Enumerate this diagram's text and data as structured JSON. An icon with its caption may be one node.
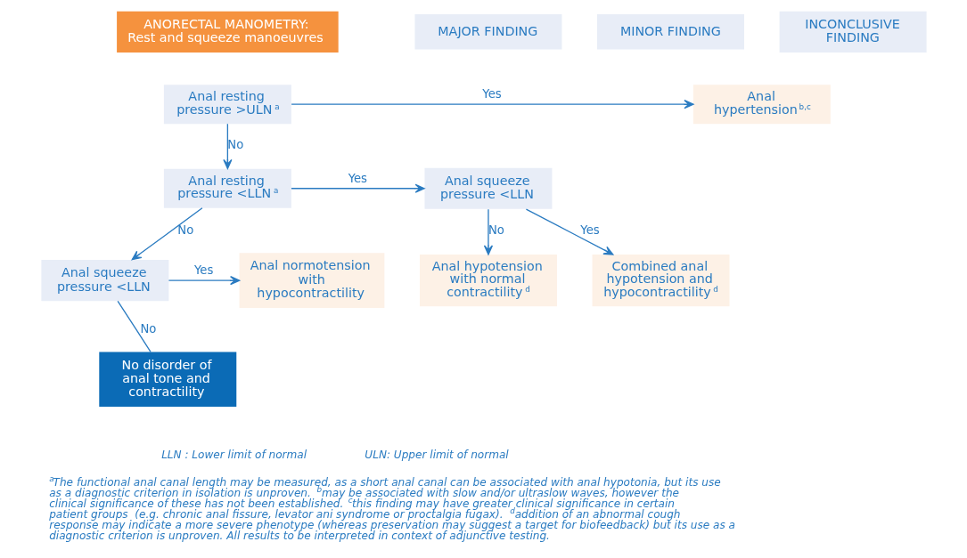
{
  "diagram": {
    "caption": "$^{a}$The functional anal canal length may be measured, as a short anal canal can be associated with anal hypotonia, but its use as a diagnostic criterion in isolation is unproven. $^{b}$may be associated with slow and/or ultraslow waves, however the clinical significance of these has not been established. $^{c}$this finding may have greater clinical significance in certain patient groups  (e.g. chronic anal fissure, levator ani syndrome or proctalgia fugax). $^{d}$addition of an abnormal cough response may indicate a more severe phenotype (whereas preservation may suggest a target for biofeedback) but its use as a diagnostic criterion is unproven. All results to be interpreted in context of adjunctive testing.",
    "nodes": [
      {
        "text": [
          "ANORECTAL MANOMETRY:",
          "Rest and squeeze manoeuvres"
        ]
      },
      {
        "text": [
          "MAJOR FINDING"
        ]
      },
      {
        "text": [
          "MINOR FINDING"
        ]
      },
      {
        "text": [
          "INCONCLUSIVE FINDING"
        ]
      },
      {
        "text": [
          "Anal resting pressure >ULN$^{a}$"
        ]
      },
      {
        "text": [
          "Anal hypertension$^{b,c}$"
        ]
      },
      {
        "text": [
          "Anal resting pressure <LLN$^{a}$"
        ]
      },
      {
        "text": [
          "Anal squeeze pressure <LLN"
        ]
      },
      {
        "text": [
          "Combined anal hypotension and hypocontractility$^{d}$"
        ]
      },
      {
        "text": [
          "Anal hypotension with normal contractility$^{d}$"
        ]
      },
      {
        "text": [
          "Anal squeeze pressure <LLN"
        ]
      },
      {
        "text": [
          "Anal normotension with hypocontractility"
        ]
      },
      {
        "text": [
          "No disorder of anal tone and contractility"
        ]
      }
    ],
    "edges": [
      {
        "from": 4,
        "to": 5,
        "arrow": "to",
        "label": "Yes"
      },
      {
        "from": 4,
        "to": 6,
        "arrow": "to",
        "label": "No"
      },
      {
        "from": 6,
        "to": 7,
        "arrow": "to",
        "label": "Yes"
      },
      {
        "from": 7,
        "to": 8,
        "arrow": "to",
        "label": "Yes"
      },
      {
        "from": 7,
        "to": 9,
        "arrow": "to",
        "label": "No"
      },
      {
        "from": 6,
        "to": 10,
        "arrow": "to",
        "label": "No"
      },
      {
        "from": 10,
        "to": 11,
        "arrow": "to",
        "label": "Yes"
      },
      {
        "from": 10,
        "to": 12,
        "arrow": "none",
        "label": "No"
      }
    ],
    "labels": [
      "LLN : Lower limit of normal",
      "ULN: Upper limit of normal"
    ]
  }
}
